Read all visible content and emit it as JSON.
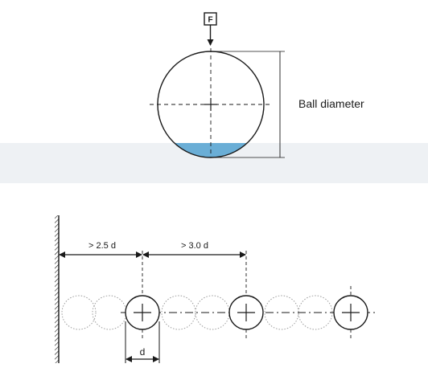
{
  "colors": {
    "line": "#1a1a1a",
    "substrate": "#eef1f4",
    "indent": "#6aaed6",
    "ghost": "#9a9a9a"
  },
  "top_diagram": {
    "force_label": "F",
    "diameter_label": "Ball diameter"
  },
  "bottom_diagram": {
    "edge_distance_label": "> 2.5 d",
    "spacing_label": "> 3.0 d",
    "indent_diameter_label": "d"
  }
}
